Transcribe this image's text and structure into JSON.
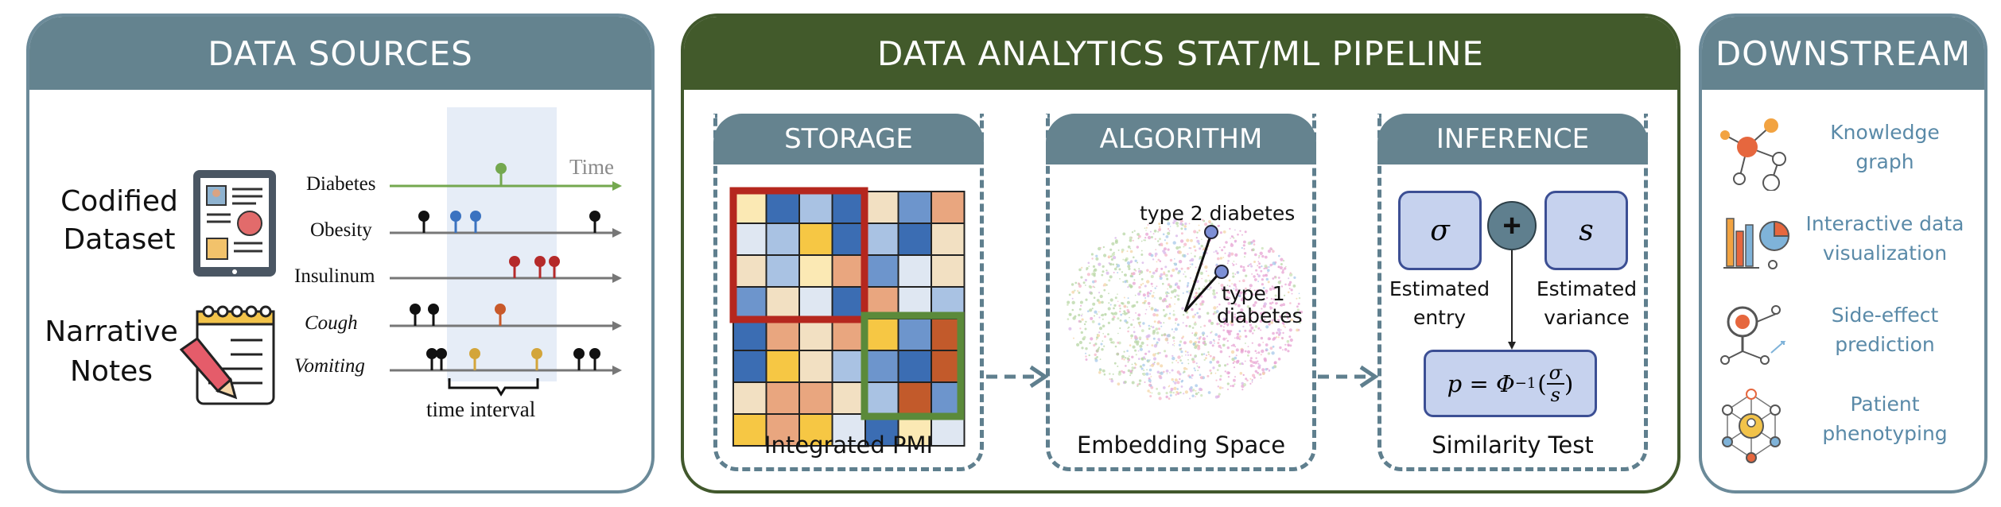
{
  "data_sources": {
    "title": "DATA SOURCES",
    "codified_line1": "Codified",
    "codified_line2": "Dataset",
    "narrative_line1": "Narrative",
    "narrative_line2": "Notes",
    "time_label": "Time",
    "time_interval_label": "time interval",
    "timeline_rows": [
      "Diabetes",
      "Obesity",
      "Insulinum",
      "Cough",
      "Vomiting"
    ]
  },
  "pipeline": {
    "title": "DATA ANALYTICS STAT/ML PIPELINE",
    "storage": {
      "title": "STORAGE",
      "caption": "Integrated PMI"
    },
    "algorithm": {
      "title": "ALGORITHM",
      "caption": "Embedding Space",
      "label_type2": "type 2 diabetes",
      "label_type1_line1": "type 1",
      "label_type1_line2": "diabetes"
    },
    "inference": {
      "title": "INFERENCE",
      "sigma": "σ",
      "s": "s",
      "plus": "+",
      "est_entry_line1": "Estimated",
      "est_entry_line2": "entry",
      "est_var_line1": "Estimated",
      "est_var_line2": "variance",
      "formula_prefix": "p = Φ",
      "formula_sup": "−1",
      "formula_num": "σ",
      "formula_den": "s",
      "caption": "Similarity Test"
    }
  },
  "downstream": {
    "title": "DOWNSTREAM",
    "items": [
      {
        "line1": "Knowledge",
        "line2": "graph",
        "icon": "knowledge-graph-icon"
      },
      {
        "line1": "Interactive data",
        "line2": "visualization",
        "icon": "data-visualization-icon"
      },
      {
        "line1": "Side-effect",
        "line2": "prediction",
        "icon": "side-effect-icon"
      },
      {
        "line1": "Patient",
        "line2": "phenotyping",
        "icon": "patient-phenotyping-icon"
      }
    ]
  },
  "colors": {
    "panel_header": "#64838f",
    "pipeline_header": "#425a2b",
    "storage_red_box": "#b5271e",
    "storage_green_box": "#5b8a3a",
    "downstream_text": "#5a8aa8"
  }
}
